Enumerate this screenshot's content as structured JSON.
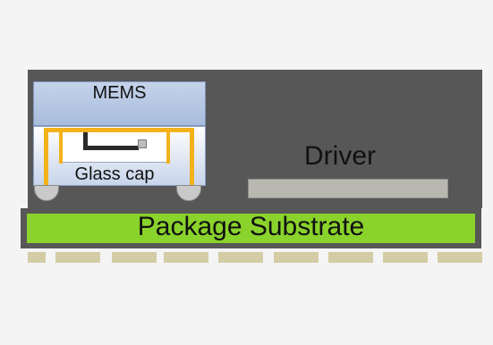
{
  "labels": {
    "mems": "MEMS",
    "glass_cap": "Glass cap",
    "driver": "Driver",
    "package_substrate": "Package Substrate"
  },
  "colors": {
    "background": "#f4f4f4",
    "mold_gray": "#575757",
    "substrate_green": "#8ad22c",
    "interconnect_yellow": "#f2b21b",
    "pad_tan": "#d4cca5",
    "mems_blue": "#b9c8e3"
  }
}
